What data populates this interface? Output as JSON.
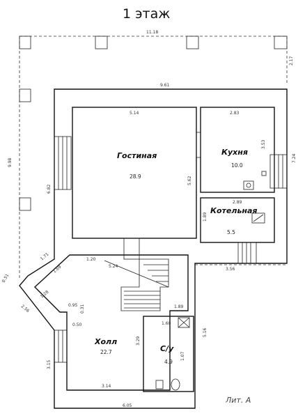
{
  "floor_title": "1 этаж",
  "literal_label": "Лит. А",
  "rooms": {
    "living": {
      "name": "Гостиная",
      "area": "28.9"
    },
    "kitchen": {
      "name": "Кухня",
      "area": "10.0"
    },
    "boiler": {
      "name": "Котельная",
      "area": "5.5"
    },
    "hall": {
      "name": "Холл",
      "area": "22.7"
    },
    "bath": {
      "name": "С/у",
      "area": "4.9"
    }
  },
  "dims": {
    "top_outer": "11.18",
    "right_outer": "2.17",
    "left_outer": "9.98",
    "inner_top": "9.61",
    "living_top": "5.14",
    "living_right": "5.62",
    "living_left": "6.82",
    "kitchen_top": "2.83",
    "kitchen_right": "3.53",
    "right_wall": "7.24",
    "boiler_top": "2.89",
    "boiler_left": "1.89",
    "step_bottom": "3.56",
    "hall_top_120": "1.20",
    "hall_top_524": "5.24",
    "diag_171": "1.71",
    "diag_169": "1.69",
    "diag_051": "0.51",
    "diag_128": "1.28",
    "diag_256": "2.56",
    "hall_095": "0.95",
    "hall_031": "0.31",
    "hall_050": "0.50",
    "stair_189": "1.89",
    "bath_top": "1.60",
    "right_lower": "5.16",
    "hall_329": "3.29",
    "bath_107": "1.07",
    "hall_left": "3.15",
    "hall_bottom": "3.14",
    "bottom_outer": "6.05"
  }
}
